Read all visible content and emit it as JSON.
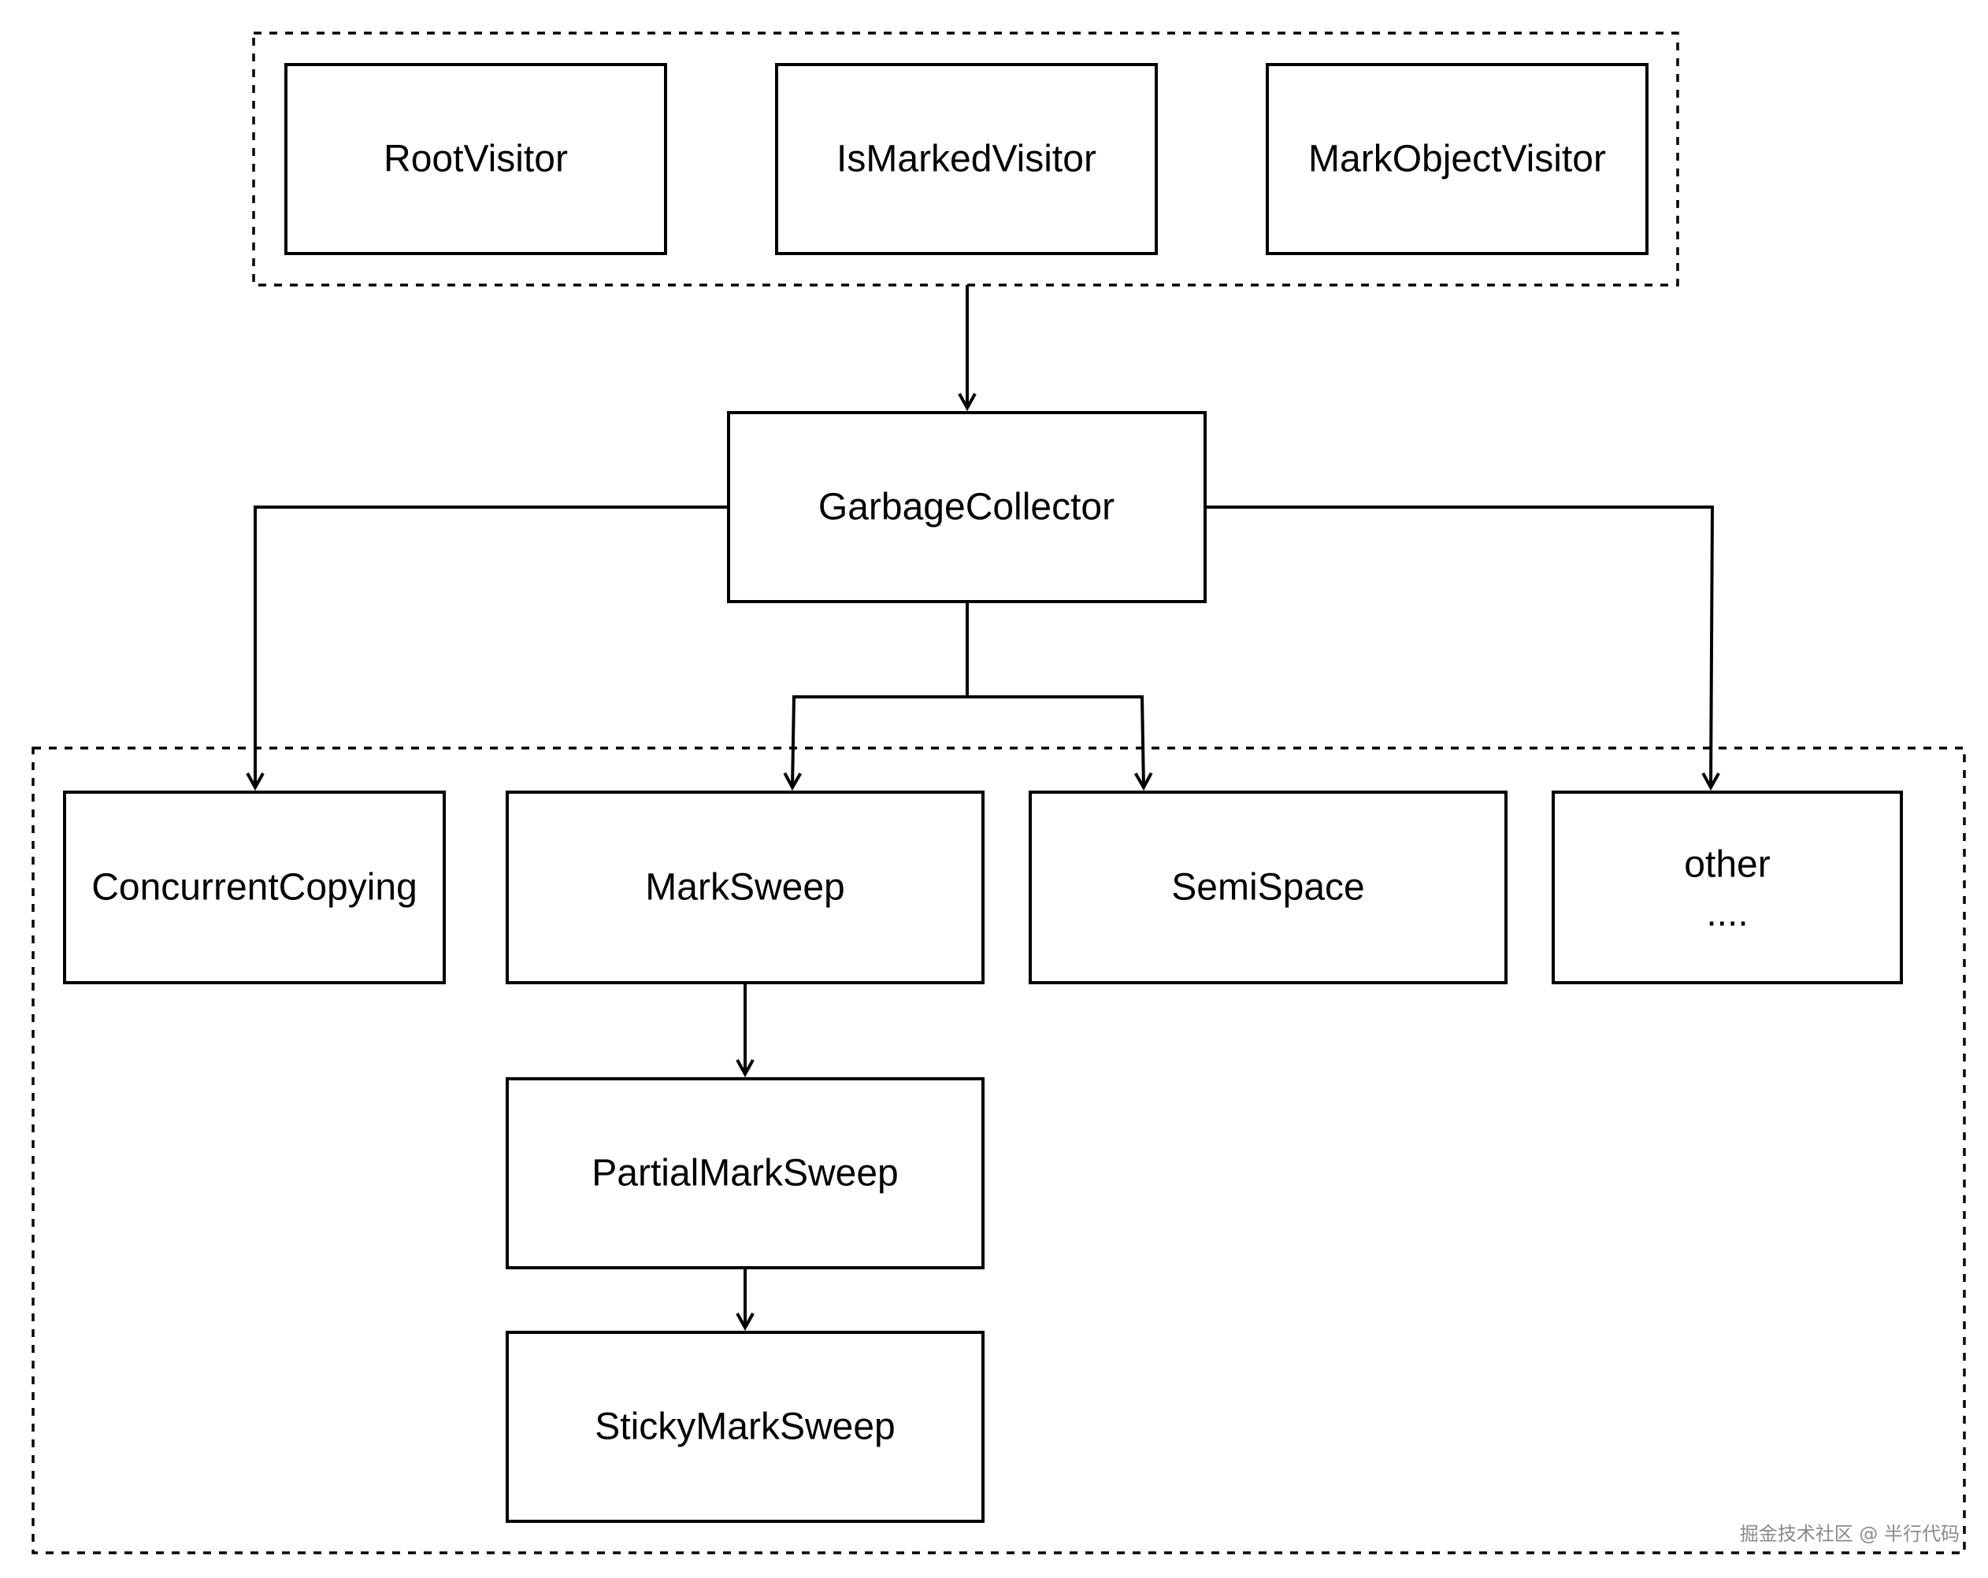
{
  "diagram": {
    "groups": [
      {
        "id": "visitors-group",
        "style": "dashed"
      },
      {
        "id": "collectors-group",
        "style": "dashed"
      }
    ],
    "nodes": [
      {
        "id": "root-visitor",
        "label": "RootVisitor"
      },
      {
        "id": "is-marked-visitor",
        "label": "IsMarkedVisitor"
      },
      {
        "id": "mark-object-visitor",
        "label": "MarkObjectVisitor"
      },
      {
        "id": "garbage-collector",
        "label": "GarbageCollector"
      },
      {
        "id": "concurrent-copying",
        "label": "ConcurrentCopying"
      },
      {
        "id": "mark-sweep",
        "label": "MarkSweep"
      },
      {
        "id": "semi-space",
        "label": "SemiSpace"
      },
      {
        "id": "other",
        "label": "other",
        "sublabel": "...."
      },
      {
        "id": "partial-mark-sweep",
        "label": "PartialMarkSweep"
      },
      {
        "id": "sticky-mark-sweep",
        "label": "StickyMarkSweep"
      }
    ],
    "edges": [
      {
        "from": "visitors-group",
        "to": "garbage-collector"
      },
      {
        "from": "garbage-collector",
        "to": "concurrent-copying"
      },
      {
        "from": "garbage-collector",
        "to": "mark-sweep"
      },
      {
        "from": "garbage-collector",
        "to": "semi-space"
      },
      {
        "from": "garbage-collector",
        "to": "other"
      },
      {
        "from": "mark-sweep",
        "to": "partial-mark-sweep"
      },
      {
        "from": "partial-mark-sweep",
        "to": "sticky-mark-sweep"
      }
    ],
    "colors": {
      "stroke": "#000000",
      "fill": "#ffffff",
      "watermark": "#8a8a8a"
    }
  },
  "watermark": "掘金技术社区 @ 半行代码"
}
